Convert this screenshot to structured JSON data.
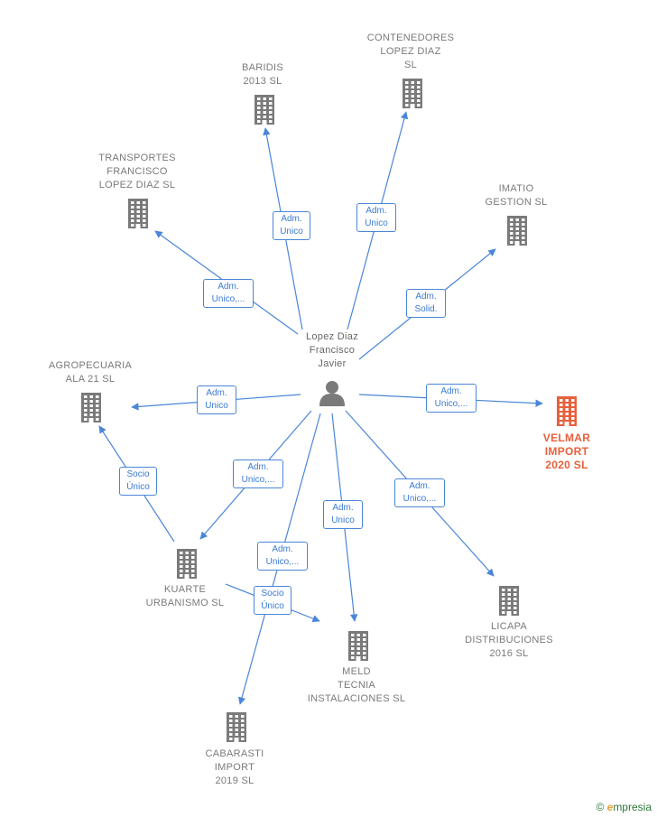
{
  "center": {
    "name_lines": [
      "Lopez Diaz",
      "Francisco",
      "Javier"
    ],
    "icon": "person-icon"
  },
  "colors": {
    "edge": "#4a86d8",
    "building": "#7a7a7a",
    "highlight": "#e8603c",
    "badge_text": "#3b7bd4"
  },
  "companies": [
    {
      "id": "baridis",
      "lines": [
        "BARIDIS",
        "2013 SL"
      ]
    },
    {
      "id": "contenedores",
      "lines": [
        "CONTENEDORES",
        "LOPEZ DIAZ",
        "SL"
      ]
    },
    {
      "id": "transportes",
      "lines": [
        "TRANSPORTES",
        "FRANCISCO",
        "LOPEZ DIAZ SL"
      ]
    },
    {
      "id": "imatio",
      "lines": [
        "IMATIO",
        "GESTION SL"
      ]
    },
    {
      "id": "agropecuaria",
      "lines": [
        "AGROPECUARIA",
        "ALA 21  SL"
      ]
    },
    {
      "id": "velmar",
      "lines": [
        "VELMAR",
        "IMPORT",
        "2020  SL"
      ],
      "highlight": true
    },
    {
      "id": "kuarte",
      "lines": [
        "KUARTE",
        "URBANISMO SL"
      ]
    },
    {
      "id": "licapa",
      "lines": [
        "LICAPA",
        "DISTRIBUCIONES",
        "2016  SL"
      ]
    },
    {
      "id": "meld",
      "lines": [
        "MELD",
        "TECNIA",
        "INSTALACIONES SL"
      ]
    },
    {
      "id": "cabarasti",
      "lines": [
        "CABARASTI",
        "IMPORT",
        "2019  SL"
      ]
    }
  ],
  "relations": [
    {
      "id": "r-baridis",
      "lines": [
        "Adm.",
        "Unico"
      ]
    },
    {
      "id": "r-contenedores",
      "lines": [
        "Adm.",
        "Unico"
      ]
    },
    {
      "id": "r-transportes",
      "lines": [
        "Adm.",
        "Unico,..."
      ]
    },
    {
      "id": "r-imatio",
      "lines": [
        "Adm.",
        "Solid."
      ]
    },
    {
      "id": "r-agropecuaria",
      "lines": [
        "Adm.",
        "Unico"
      ]
    },
    {
      "id": "r-velmar",
      "lines": [
        "Adm.",
        "Unico,..."
      ]
    },
    {
      "id": "r-kuarte",
      "lines": [
        "Adm.",
        "Unico,..."
      ]
    },
    {
      "id": "r-licapa",
      "lines": [
        "Adm.",
        "Unico,..."
      ]
    },
    {
      "id": "r-meld",
      "lines": [
        "Adm.",
        "Unico"
      ]
    },
    {
      "id": "r-cabarasti",
      "lines": [
        "Adm.",
        "Unico,..."
      ]
    },
    {
      "id": "r-kuarte-agro",
      "lines": [
        "Socio",
        "Único"
      ]
    },
    {
      "id": "r-kuarte-meld",
      "lines": [
        "Socio",
        "Único"
      ]
    }
  ],
  "watermark": {
    "symbol": "©",
    "brand_initial": "e",
    "brand_rest": "mpresia"
  }
}
